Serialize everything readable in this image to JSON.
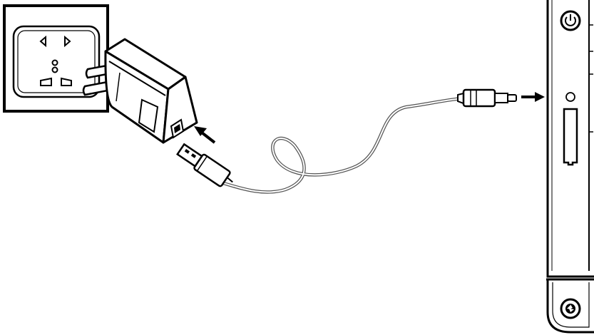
{
  "figure": {
    "type": "charging-connection-illustration",
    "components": {
      "wall_socket": {
        "icon": "universal-outlet-icon"
      },
      "ac_adapter": {
        "icon": "usb-wall-charger-icon"
      },
      "usb_connector": {
        "icon": "usb-a-plug-icon"
      },
      "dc_plug": {
        "icon": "barrel-plug-icon"
      },
      "device": {
        "icon": "tablet-side-view-icon",
        "power_button_icon": "power-icon",
        "bottom_button_icon": "shutter-icon"
      }
    },
    "arrows": [
      {
        "name": "usb-insert-arrow",
        "icon": "arrow-up-left-icon"
      },
      {
        "name": "dc-insert-arrow",
        "icon": "arrow-right-icon"
      }
    ],
    "colors": {
      "line": "#000000",
      "fill": "#ffffff",
      "cable_outline": "#555555"
    }
  }
}
